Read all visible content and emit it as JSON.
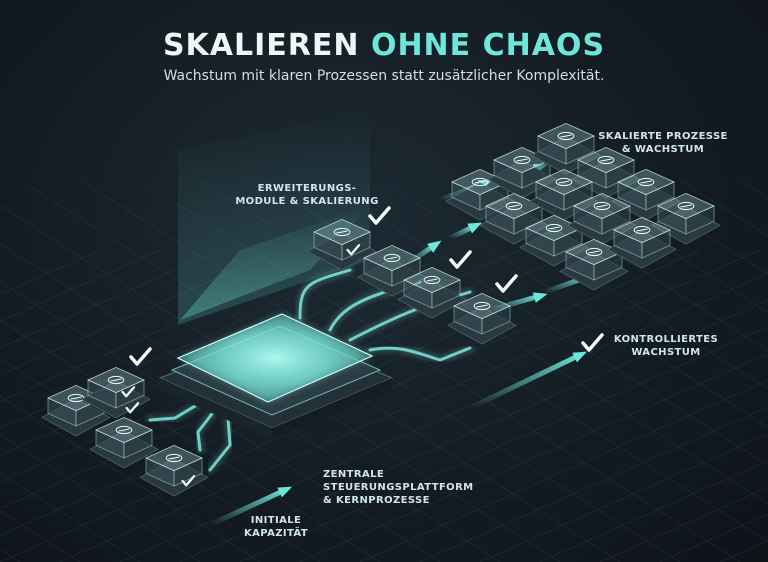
{
  "title": {
    "main": "SKALIEREN",
    "accent": "OHNE CHAOS"
  },
  "subtitle": "Wachstum mit klaren Prozessen statt zusätzlicher Komplexität.",
  "labels": {
    "expansion": [
      "ERWEITERUNGS-",
      "MODULE & SKALIERUNG"
    ],
    "scaled": [
      "SKALIERTE PROZESSE",
      "& WACHSTUM"
    ],
    "controlled": [
      "KONTROLLIERTES",
      "WACHSTUM"
    ],
    "central": [
      "ZENTRALE",
      "STEUERUNGSPLATTFORM",
      "& KERNPROZESSE"
    ],
    "initial": [
      "INITIALE",
      "KAPAZITÄT"
    ]
  },
  "colors": {
    "accent": "#6fe6da",
    "glow": "#9ff5ee",
    "title": "#eef6f7",
    "label": "#cfe6ea"
  },
  "icons": [
    "check-icon",
    "gear-icon",
    "database-icon",
    "chart-icon",
    "arrow-icon"
  ]
}
